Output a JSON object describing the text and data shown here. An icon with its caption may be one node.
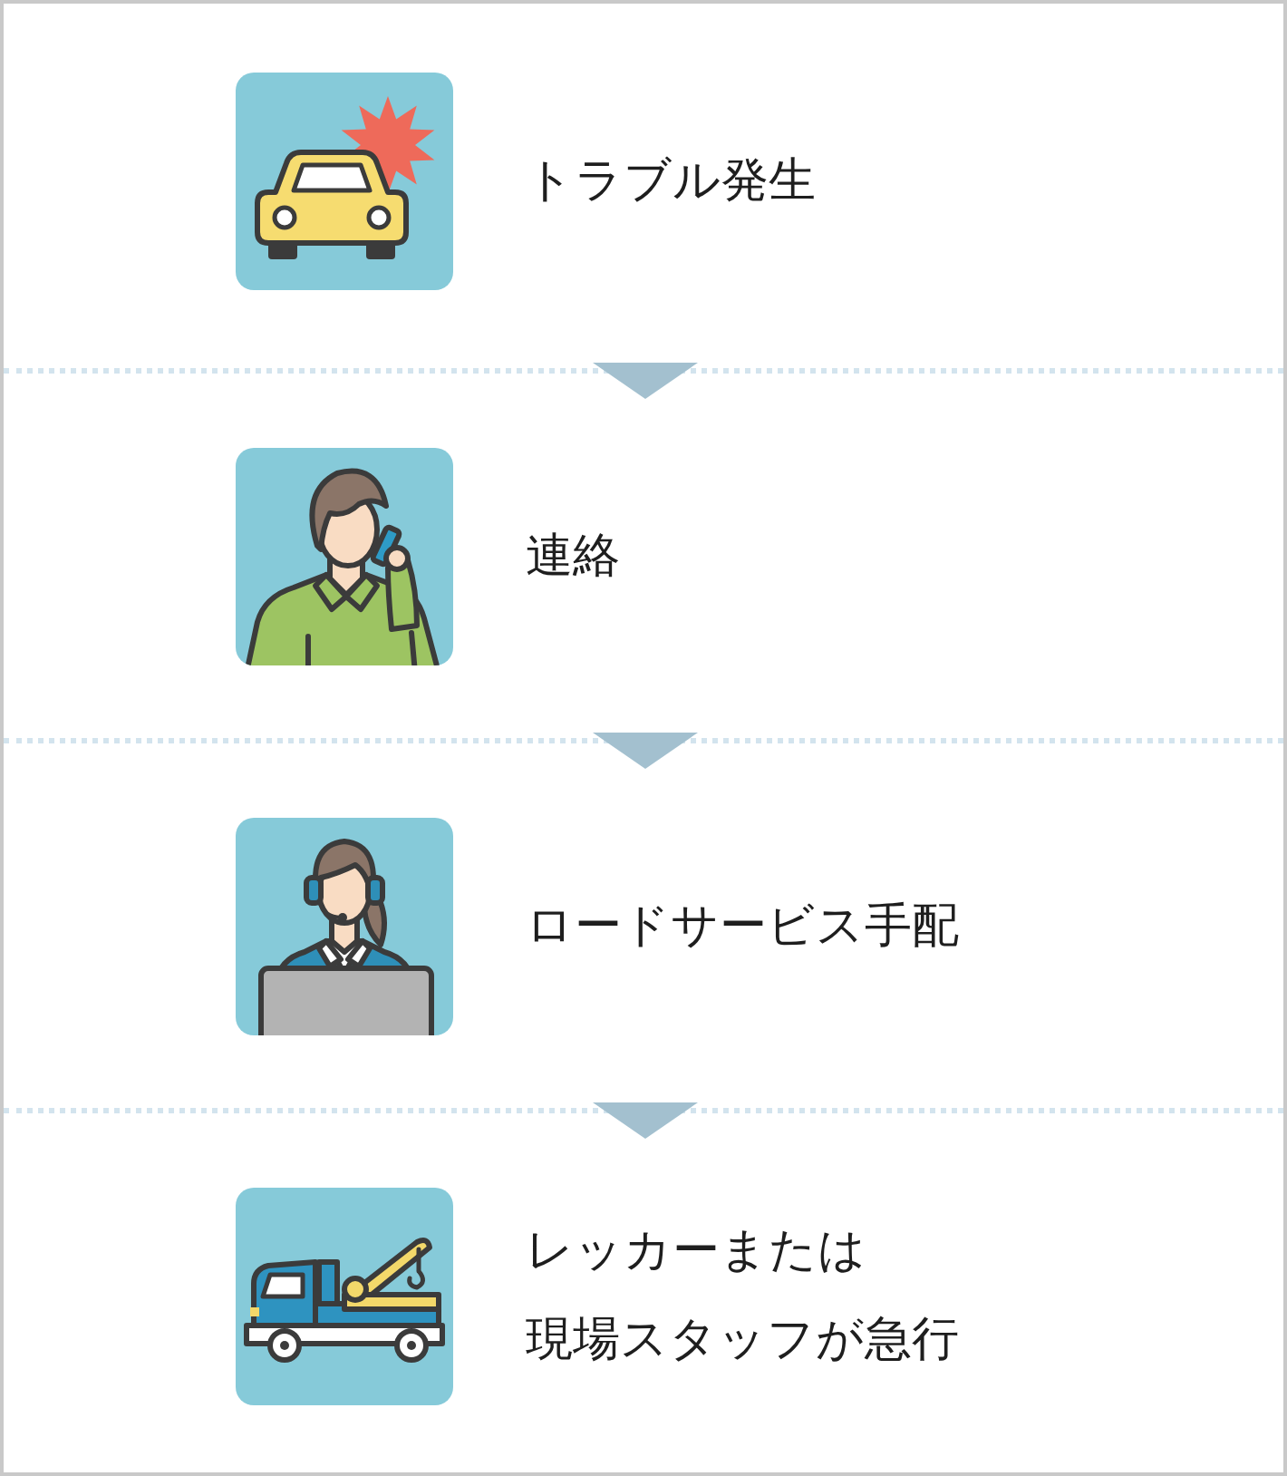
{
  "diagram": {
    "nodes": [
      {
        "text": [
          "トラブル発生"
        ]
      },
      {
        "text": [
          "連絡"
        ]
      },
      {
        "text": [
          "ロードサービス手配"
        ]
      },
      {
        "text": [
          "レッカーまたは現場スタッフが急行"
        ]
      }
    ],
    "edges": [
      {
        "from": 0,
        "to": 1,
        "arrow": "to"
      },
      {
        "from": 1,
        "to": 2,
        "arrow": "to"
      },
      {
        "from": 2,
        "to": 3,
        "arrow": "to"
      }
    ]
  }
}
